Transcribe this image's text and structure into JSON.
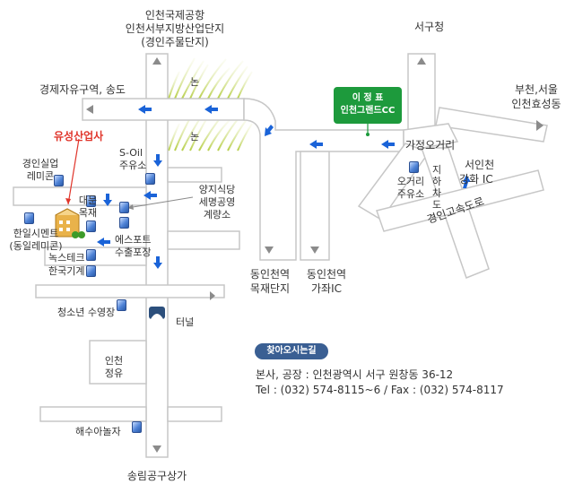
{
  "colors": {
    "road": "#c7c7c7",
    "arrow_blue": "#1a63d8",
    "badge_green": "#1d9a3c",
    "pill_blue": "#3a5f93",
    "headline_red": "#e0352b"
  },
  "labels": {
    "top_l1": "인천국제공항",
    "top_l2": "인천서부지방산업단지",
    "top_l3": "(경인주물단지)",
    "west_station": "경제자유구역, 송도",
    "seogucheong": "서구청",
    "bucheon_l1": "부천,서울",
    "bucheon_l2": "인천효성동",
    "paddy_1": "논",
    "paddy_2": "논",
    "headline": "유성산업사",
    "gyeongin_l1": "경인실업",
    "gyeongin_l2": "레미콘",
    "soil_l1": "S-Oil",
    "soil_l2": "주유소",
    "daemun_l1": "대문",
    "daemun_l2": "목재",
    "yangji_l1": "양지식당",
    "yangji_l2": "세명공영",
    "yangji_l3": "계량소",
    "hanil_l1": "한일시멘트",
    "hanil_l2": "(동일레미콘)",
    "esport_l1": "에스포트",
    "esport_l2": "수출포장",
    "noxtech": "녹스테크",
    "hanguk": "한국기계",
    "youth_pool": "청소년 수영장",
    "tunnel": "터널",
    "incheon_l1": "인천",
    "incheon_l2": "정유",
    "haesu": "해수아놀자",
    "songrim": "송림공구상가",
    "dongin_l1": "동인천역",
    "dongin_l2": "목재단지",
    "dongin2_l1": "동인천역",
    "dongin2_l2": "가좌IC",
    "gajeong": "가정오거리",
    "seoin_l1": "서인천",
    "seoin_l2": "강화 IC",
    "ogeori_l1": "오거리",
    "ogeori_l2": "주유소",
    "underpass": "지하차도",
    "expressway": "경인고속도로"
  },
  "badge": {
    "line1": "이 정 표",
    "line2": "인천그랜드CC"
  },
  "directions": {
    "title": "찾아오시는길",
    "address": "본사, 공장 : 인천광역시 서구 원창동 36-12",
    "phones": "Tel : (032) 574-8115~6  /  Fax : (032) 574-8117"
  }
}
